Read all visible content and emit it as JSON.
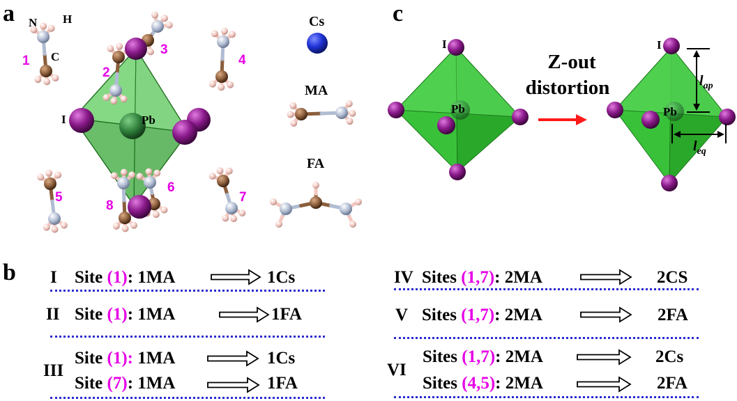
{
  "panels": {
    "a": "a",
    "b": "b",
    "c": "c"
  },
  "colors": {
    "pb": "#2e7d3a",
    "i": "#8b1a8b",
    "n": "#b0bcd2",
    "c": "#8b5e3c",
    "h": "#f2c8c0",
    "cs": "#1f33d6",
    "octa": "#3ec53e",
    "highlight": "#e600e6",
    "arrow": "#ff1a1a",
    "rule": "#2a2ad0"
  },
  "panel_a": {
    "atom_labels": {
      "n": "N",
      "h": "H",
      "c": "C",
      "i": "I",
      "pb": "Pb"
    },
    "site_numbers": [
      "1",
      "2",
      "3",
      "4",
      "5",
      "6",
      "7",
      "8"
    ],
    "legend": {
      "cs": "Cs",
      "ma": "MA",
      "fa": "FA"
    }
  },
  "panel_b": {
    "left": [
      {
        "roman": "I",
        "lines": [
          {
            "pre": "Site ",
            "hl": "(1)",
            "post": ": 1MA",
            "result": "1Cs"
          }
        ]
      },
      {
        "roman": "II",
        "lines": [
          {
            "pre": "Site ",
            "hl": "(1)",
            "post": ": 1MA",
            "result": "1FA"
          }
        ]
      },
      {
        "roman": "III",
        "lines": [
          {
            "pre": "Site ",
            "hl": "(1):",
            "post": " 1MA",
            "result": "1Cs"
          },
          {
            "pre": "Site ",
            "hl": "(7)",
            "post": ": 1MA",
            "result": "1FA"
          }
        ]
      }
    ],
    "right": [
      {
        "roman": "IV",
        "lines": [
          {
            "pre": "Sites ",
            "hl": "(1,7)",
            "post": ": 2MA",
            "result": "2CS"
          }
        ]
      },
      {
        "roman": "V",
        "lines": [
          {
            "pre": "Sites ",
            "hl": "(1,7)",
            "post": ": 2MA",
            "result": "2FA"
          }
        ]
      },
      {
        "roman": "VI",
        "lines": [
          {
            "pre": "Sites ",
            "hl": "(1,7)",
            "post": ": 2MA",
            "result": "2Cs"
          },
          {
            "pre": "Sites ",
            "hl": "(4,5)",
            "post": ": 2MA",
            "result": "2FA"
          }
        ]
      }
    ]
  },
  "panel_c": {
    "i_label": "I",
    "pb_label": "Pb",
    "transform_line1": "Z-out",
    "transform_line2": "distortion",
    "l_ap_main": "l",
    "l_ap_sub": "ap",
    "l_eq_main": "l",
    "l_eq_sub": "eq"
  }
}
